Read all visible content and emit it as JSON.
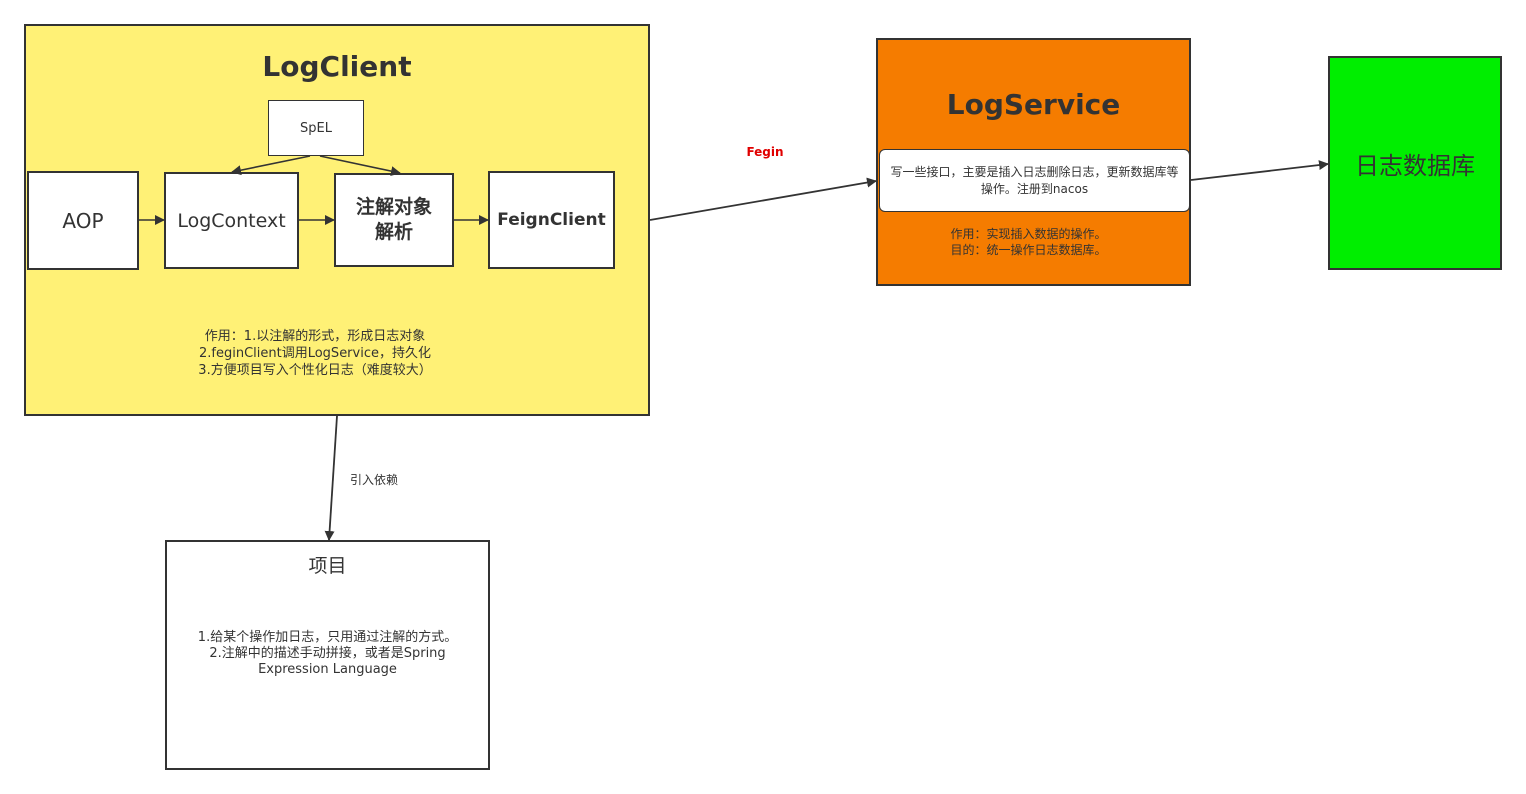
{
  "log_client": {
    "title": "LogClient",
    "spel": "SpEL",
    "aop": "AOP",
    "log_context": "LogContext",
    "annotation_parse": "注解对象\n解析",
    "feign_client": "FeignClient",
    "description": "作用：1.以注解的形式，形成日志对象\n2.feginClient调用LogService，持久化\n3.方便项目写入个性化日志（难度较大）"
  },
  "log_service": {
    "title": "LogService",
    "interface_note": "写一些接口，主要是插入日志删除日志，更新数据库等操作。注册到nacos",
    "description": "作用：实现插入数据的操作。\n目的：统一操作日志数据库。"
  },
  "database": {
    "label": "日志数据库"
  },
  "project": {
    "title": "项目",
    "description": "1.给某个操作加日志，只用通过注解的方式。\n2.注解中的描述手动拼接，或者是Spring\nExpression Language"
  },
  "edges": {
    "fegin_label": "Fegin",
    "dependency_label": "引入依赖"
  },
  "colors": {
    "client_fill": "#FFF176",
    "service_fill": "#F57C00",
    "database_fill": "#00EE00",
    "fegin_label": "#E00000",
    "stroke": "#333333"
  }
}
